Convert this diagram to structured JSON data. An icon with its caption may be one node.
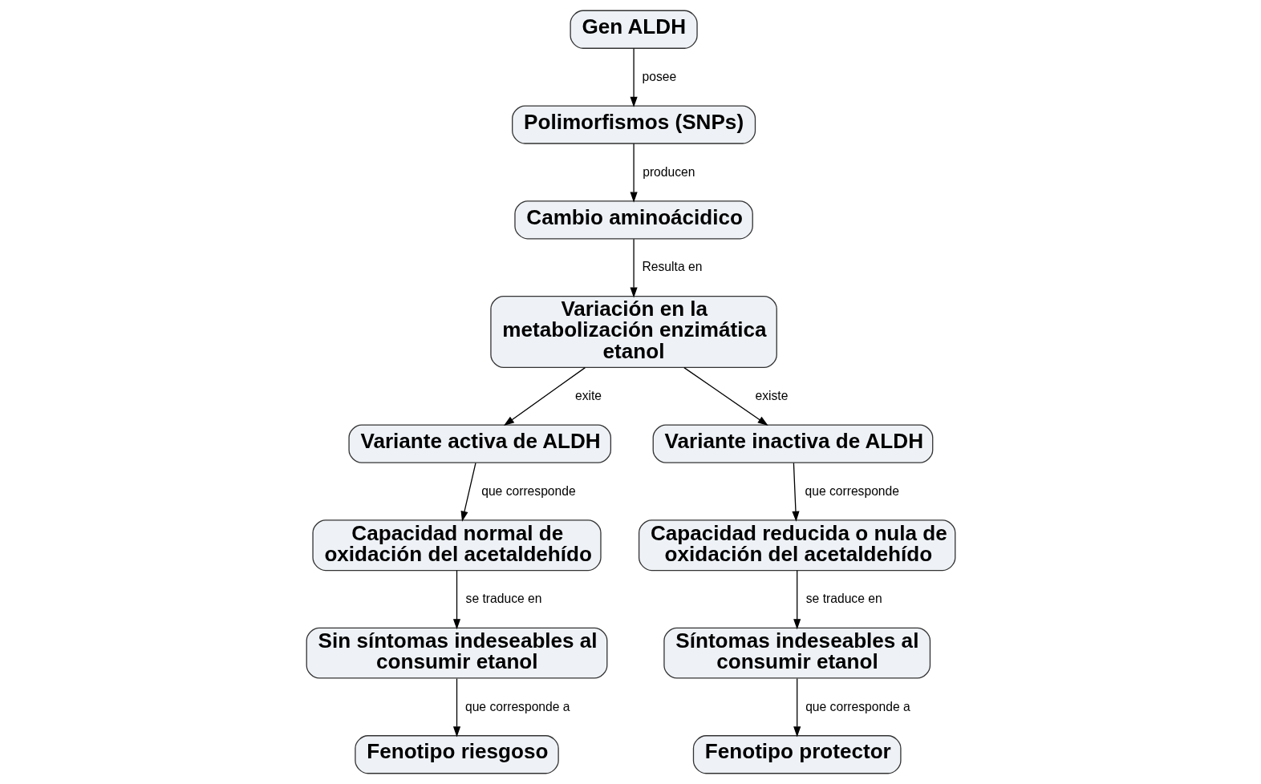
{
  "diagram": {
    "nodes": [
      {
        "text": [
          "Gen ALDH"
        ]
      },
      {
        "text": [
          "Polimorfismos (SNPs)"
        ]
      },
      {
        "text": [
          "Cambio aminoácidico"
        ]
      },
      {
        "text": [
          "Variación en la metabolización enzimática etanol"
        ]
      },
      {
        "text": [
          "Variante activa de ALDH"
        ]
      },
      {
        "text": [
          "Variante inactiva de ALDH"
        ]
      },
      {
        "text": [
          "Capacidad normal de oxidación del acetaldehído"
        ]
      },
      {
        "text": [
          "Capacidad reducida o nula de oxidación del acetaldehído"
        ]
      },
      {
        "text": [
          "Sin síntomas indeseables al consumir etanol"
        ]
      },
      {
        "text": [
          "Síntomas indeseables al consumir etanol"
        ]
      },
      {
        "text": [
          "Fenotipo riesgoso"
        ]
      },
      {
        "text": [
          "Fenotipo protector"
        ]
      }
    ],
    "edges": [
      {
        "from": 0,
        "to": 1,
        "arrow": "to",
        "label": "posee"
      },
      {
        "from": 1,
        "to": 2,
        "arrow": "to",
        "label": "producen"
      },
      {
        "from": 2,
        "to": 3,
        "arrow": "to",
        "label": "Resulta en"
      },
      {
        "from": 3,
        "to": 4,
        "arrow": "to",
        "label": "exite"
      },
      {
        "from": 3,
        "to": 5,
        "arrow": "to",
        "label": "existe"
      },
      {
        "from": 4,
        "to": 6,
        "arrow": "to",
        "label": "que corresponde"
      },
      {
        "from": 5,
        "to": 7,
        "arrow": "to",
        "label": "que corresponde"
      },
      {
        "from": 6,
        "to": 8,
        "arrow": "to",
        "label": "se traduce en"
      },
      {
        "from": 7,
        "to": 9,
        "arrow": "to",
        "label": "se traduce en"
      },
      {
        "from": 8,
        "to": 10,
        "arrow": "to",
        "label": "que corresponde a"
      },
      {
        "from": 9,
        "to": 11,
        "arrow": "to",
        "label": "que corresponde a"
      }
    ]
  }
}
